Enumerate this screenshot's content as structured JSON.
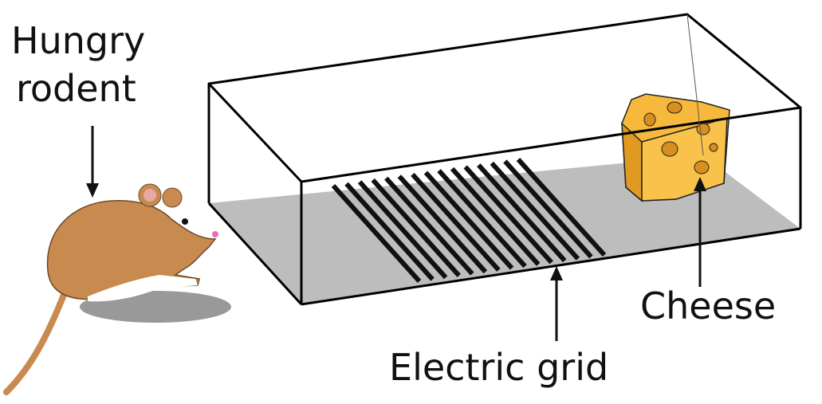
{
  "labels": {
    "rodent_line1": "Hungry",
    "rodent_line2": "rodent",
    "cheese": "Cheese",
    "grid": "Electric grid"
  },
  "colors": {
    "floor": "#bdbdbd",
    "grid_bars": "#111111",
    "cheese_fill": "#f6b93b",
    "mouse_fur": "#c98a50",
    "mouse_belly": "#ffffff",
    "mouse_shadow": "#999999"
  },
  "icons": [
    "arrow-down-icon",
    "arrow-up-icon",
    "cheese-icon",
    "mouse-icon"
  ]
}
